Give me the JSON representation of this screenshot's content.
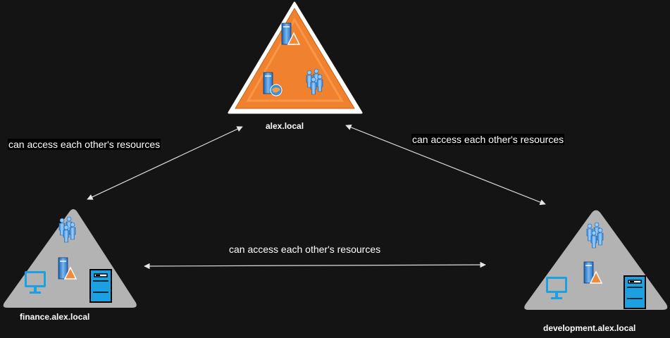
{
  "nodes": {
    "root": {
      "label": "alex.local"
    },
    "finance": {
      "label": "finance.alex.local"
    },
    "development": {
      "label": "development.alex.local"
    }
  },
  "edges": {
    "left": {
      "label": "can access each other's resources"
    },
    "right": {
      "label": "can access each other's resources"
    },
    "bottom": {
      "label": "can access each other's resources"
    }
  },
  "colors": {
    "background": "#141414",
    "root_triangle": "#f0822f",
    "child_triangle": "#b3b3b3",
    "arrow": "#dddddd",
    "icon_blue": "#1ba1e2"
  }
}
